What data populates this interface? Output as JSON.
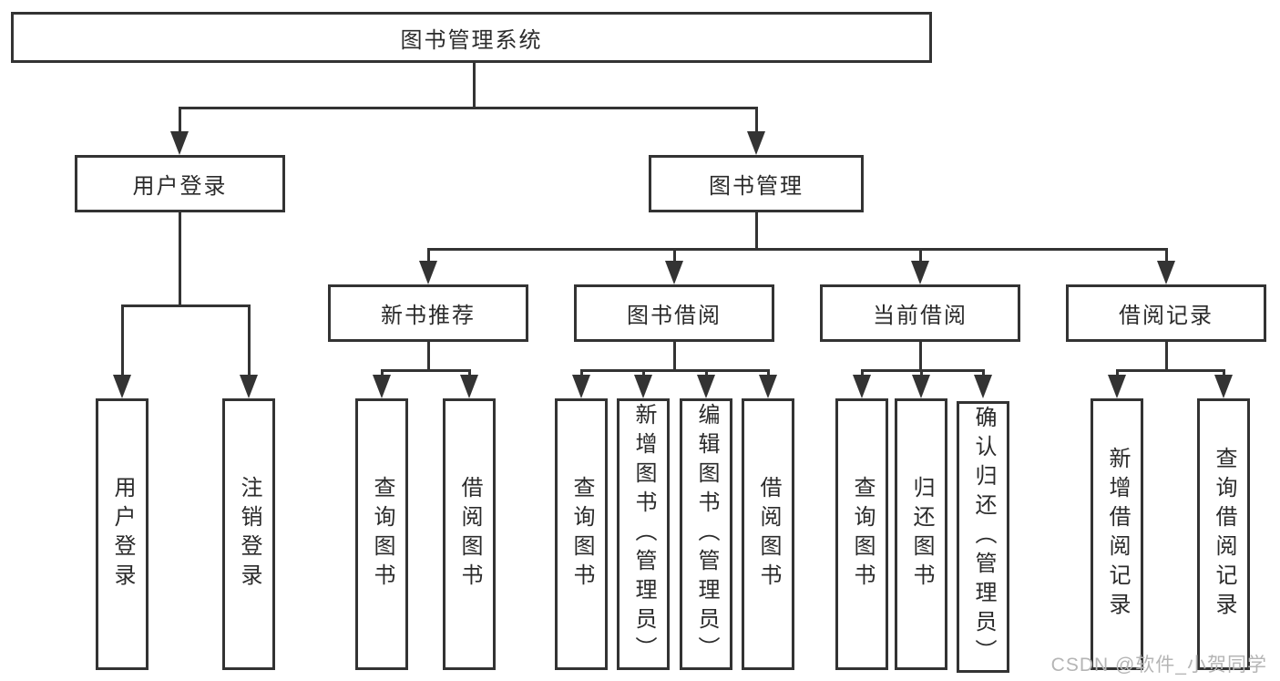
{
  "colors": {
    "line": "#333333",
    "box_border": "#333333",
    "text": "#2b2b2b",
    "background": "#ffffff",
    "watermark": "#b5b5b5"
  },
  "tree": {
    "root": {
      "label": "图书管理系统"
    },
    "branches": [
      {
        "label": "用户登录",
        "leaves": [
          "用户登录",
          "注销登录"
        ]
      },
      {
        "label": "图书管理",
        "groups": [
          {
            "label": "新书推荐",
            "leaves": [
              "查询图书",
              "借阅图书"
            ]
          },
          {
            "label": "图书借阅",
            "leaves": [
              "查询图书",
              "新增图书（管理员）",
              "编辑图书（管理员）",
              "借阅图书"
            ]
          },
          {
            "label": "当前借阅",
            "leaves": [
              "查询图书",
              "归还图书",
              "确认归还（管理员）"
            ]
          },
          {
            "label": "借阅记录",
            "leaves": [
              "新增借阅记录",
              "查询借阅记录"
            ]
          }
        ]
      }
    ]
  },
  "watermark": "CSDN @软件_小贺同学"
}
